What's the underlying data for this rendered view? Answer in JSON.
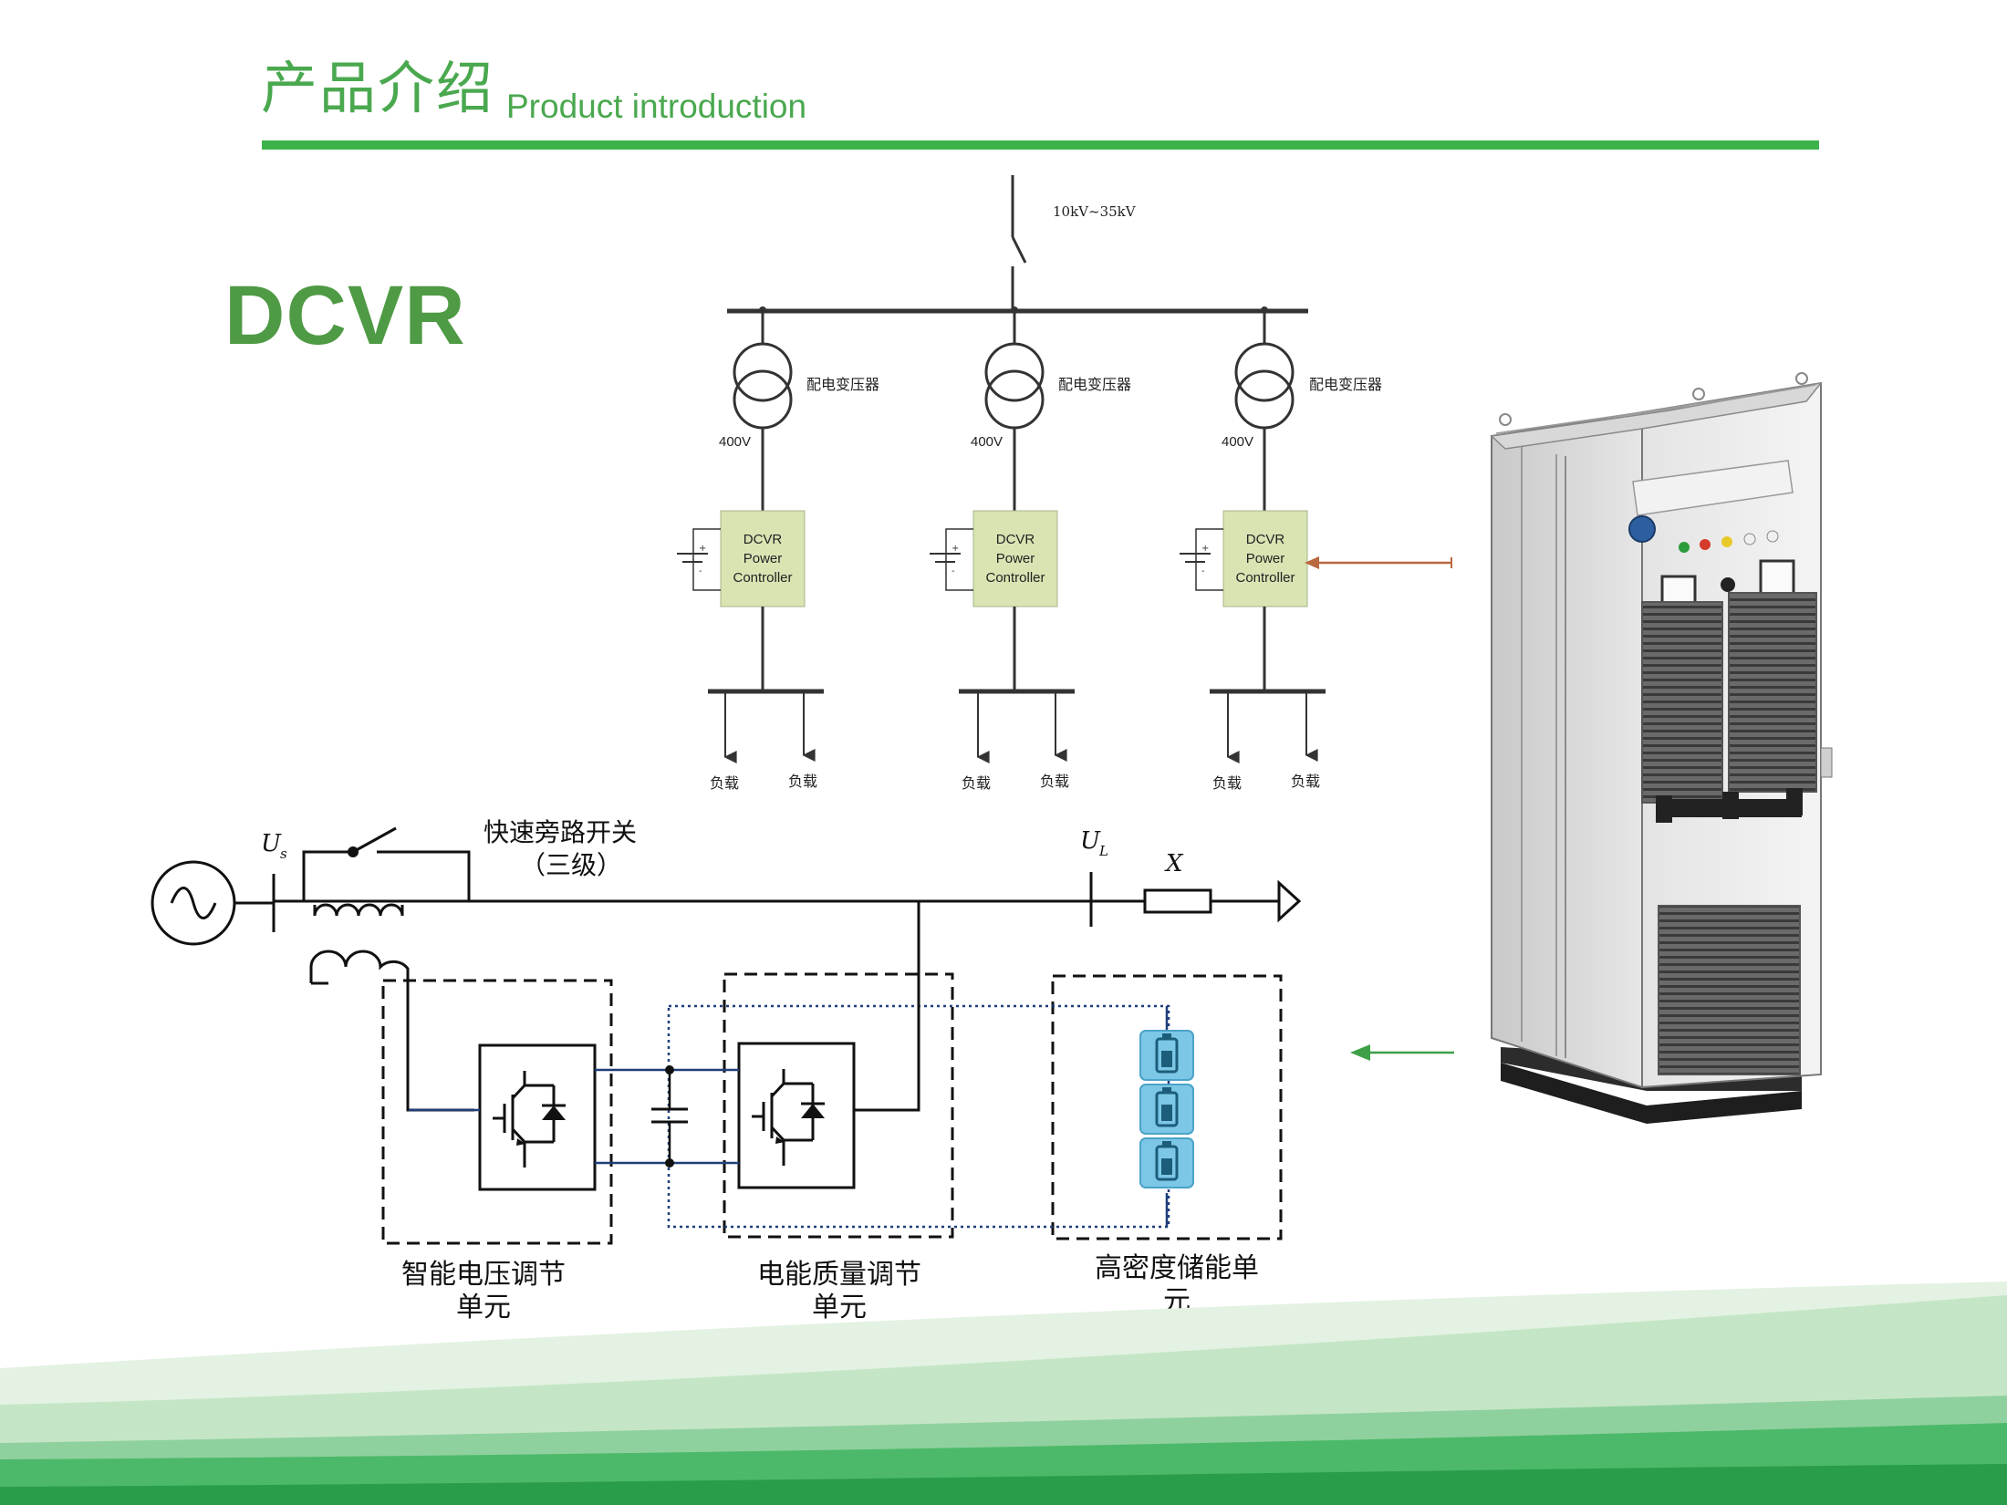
{
  "header": {
    "title_cn": "产品介绍",
    "title_en": "Product introduction"
  },
  "product_name": "DCVR",
  "single_line": {
    "bus_voltage": "10kV~35kV",
    "feeders": [
      {
        "transformer_label": "配电变压器",
        "lv_voltage": "400V",
        "controller_lines": [
          "DCVR",
          "Power",
          "Controller"
        ],
        "loads": [
          "负载",
          "负载"
        ]
      },
      {
        "transformer_label": "配电变压器",
        "lv_voltage": "400V",
        "controller_lines": [
          "DCVR",
          "Power",
          "Controller"
        ],
        "loads": [
          "负载",
          "负载"
        ]
      },
      {
        "transformer_label": "配电变压器",
        "lv_voltage": "400V",
        "controller_lines": [
          "DCVR",
          "Power",
          "Controller"
        ],
        "loads": [
          "负载",
          "负载"
        ]
      }
    ]
  },
  "topology": {
    "source_label": "U",
    "source_sub": "s",
    "bypass_label_1": "快速旁路开关",
    "bypass_label_2": "（三级）",
    "load_label": "U",
    "load_sub": "L",
    "impedance_label": "X",
    "units": [
      {
        "line1": "智能电压调节",
        "line2": "单元"
      },
      {
        "line1": "电能质量调节",
        "line2": "单元"
      },
      {
        "line1": "高密度储能单",
        "line2": "元"
      }
    ]
  },
  "colors": {
    "brand_green": "#4aa84f",
    "rule_green": "#3cb34a",
    "controller_box": "#d9e4b3",
    "pointer_orange": "#b8693f",
    "pointer_green": "#3ea046",
    "battery_blue": "#7cc7e6",
    "wire_blue": "#1f3f7a"
  }
}
